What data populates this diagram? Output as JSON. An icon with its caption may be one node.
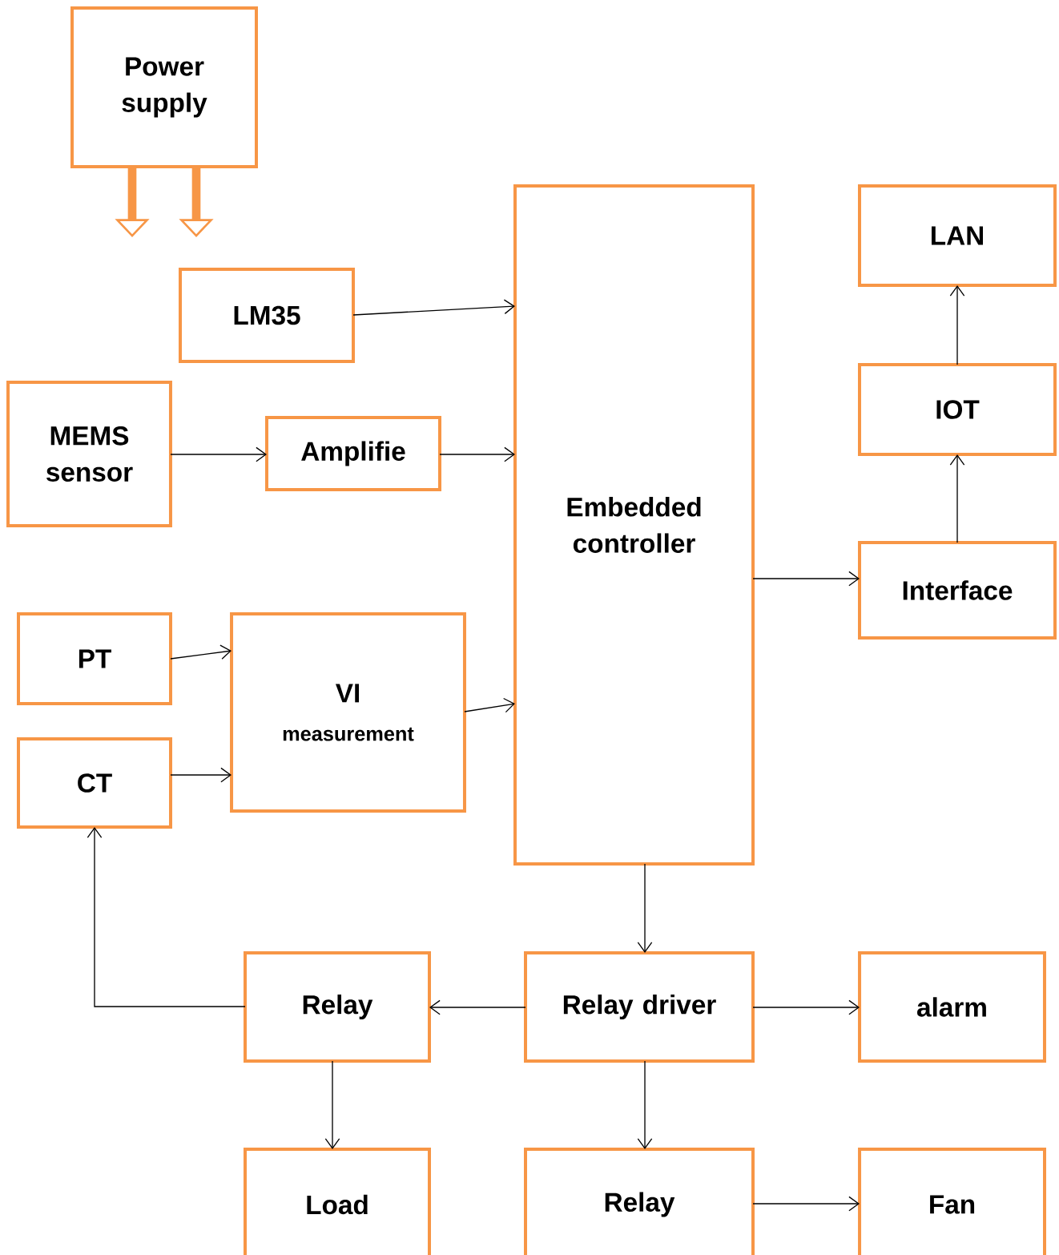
{
  "diagram": {
    "nodes": [
      {
        "text": [
          "Power supply"
        ]
      },
      {
        "text": [
          "LM35"
        ]
      },
      {
        "text": [
          "MEMS sensor"
        ]
      },
      {
        "text": [
          "Amplifie"
        ]
      },
      {
        "text": [
          "Embedded controller"
        ]
      },
      {
        "text": [
          "LAN"
        ]
      },
      {
        "text": [
          "IOT"
        ]
      },
      {
        "text": [
          "Interface"
        ]
      },
      {
        "text": [
          "PT"
        ]
      },
      {
        "text": [
          "VI",
          "measurement"
        ]
      },
      {
        "text": [
          "CT"
        ]
      },
      {
        "text": [
          "Relay"
        ]
      },
      {
        "text": [
          "Relay driver"
        ]
      },
      {
        "text": [
          "alarm"
        ]
      },
      {
        "text": [
          "Load"
        ]
      },
      {
        "text": [
          "Relay"
        ]
      },
      {
        "text": [
          "Fan"
        ]
      }
    ],
    "edges": [
      {
        "from": 0,
        "to": null,
        "arrow": "to",
        "style": "thick",
        "color": "#f79646"
      },
      {
        "from": 0,
        "to": null,
        "arrow": "to",
        "style": "thick",
        "color": "#f79646"
      },
      {
        "from": 1,
        "to": 4,
        "arrow": "to"
      },
      {
        "from": 2,
        "to": 3,
        "arrow": "to"
      },
      {
        "from": 3,
        "to": 4,
        "arrow": "to"
      },
      {
        "from": 4,
        "to": 7,
        "arrow": "to"
      },
      {
        "from": 7,
        "to": 6,
        "arrow": "to"
      },
      {
        "from": 6,
        "to": 5,
        "arrow": "to"
      },
      {
        "from": 8,
        "to": 9,
        "arrow": "to"
      },
      {
        "from": 10,
        "to": 9,
        "arrow": "to"
      },
      {
        "from": 9,
        "to": 4,
        "arrow": "to"
      },
      {
        "from": 4,
        "to": 12,
        "arrow": "to"
      },
      {
        "from": 12,
        "to": 11,
        "arrow": "to"
      },
      {
        "from": 12,
        "to": 13,
        "arrow": "to"
      },
      {
        "from": 11,
        "to": 10,
        "arrow": "to"
      },
      {
        "from": 11,
        "to": 14,
        "arrow": "to"
      },
      {
        "from": 12,
        "to": 15,
        "arrow": "to"
      },
      {
        "from": 15,
        "to": 16,
        "arrow": "to"
      }
    ]
  }
}
